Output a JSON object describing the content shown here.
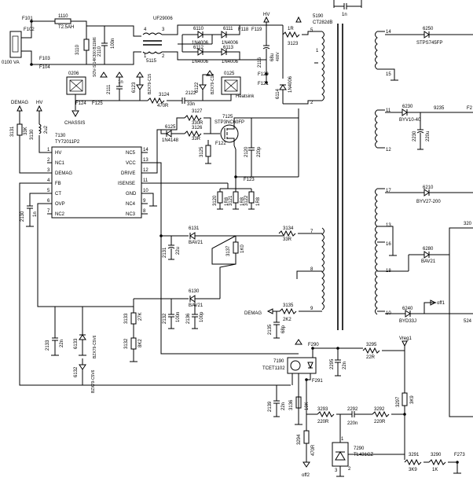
{
  "labels": {
    "top": {
      "F101": "F101",
      "F102": "F102",
      "fuse_1110": "1110",
      "fuse_rating": "T2.5AH",
      "F103": "F103",
      "F104": "F104",
      "mains": "0100 VA",
      "c3110": "3110",
      "c3110v": "SOV-S 14K300 B11M6",
      "c2110": "2110",
      "c2110v": "100n",
      "t5115": "5115",
      "p4": "4",
      "p3": "3",
      "p1": "1",
      "p2": "2",
      "d_uf": "UF29006",
      "d6110": "6110",
      "d6110t": "1N4006",
      "d6111": "6111",
      "d6111t": "1N4006",
      "d6112": "6112",
      "d6112t": "1N4006",
      "d6113": "6113",
      "d6113t": "1N4006",
      "F118": "F118",
      "F119": "F119",
      "HV": "HV",
      "r1r": "1R",
      "r3123": "3123",
      "c2111": "2111",
      "c2111v": "1n",
      "c2116": "2116",
      "c2116v": "68u",
      "c2116d": "400V",
      "F120": "F120",
      "F121": "F121",
      "d6114": "6114",
      "d6114t": "1N4006",
      "d6123": "6123",
      "d6123t": "BZX79-C15",
      "d6122": "6122",
      "d6122t": "BZX79-C15",
      "r3124": "3124",
      "r3124v": "470R",
      "c2122": "2122",
      "c2122v": "33n",
      "hs0206": "0206",
      "hs0125": "0125",
      "heatsink": "Heatsink",
      "F124": "F124",
      "F125": "F125",
      "chassis": "CHASSIS"
    },
    "left": {
      "DEMAG": "DEMAG",
      "HV": "HV",
      "r3131": "3131",
      "r3131v": "33K",
      "r3130": "3130",
      "r3130v": "2u2",
      "ic7130": "7130",
      "ic7130t": "TY72011P2",
      "pin_hv": "HV",
      "pin_nc1": "NC1",
      "pin_demag": "DEMAG",
      "pin_fb": "FB",
      "pin_ct": "CT",
      "pin_ovp": "OVP",
      "pin_nc2": "NC2",
      "pin_nc5": "NC5",
      "pin_vcc": "VCC",
      "pin_drive": "DRIVE",
      "pin_isense": "ISENSE",
      "pin_gnd": "GND",
      "pin_nc4": "NC4",
      "pin_nc3": "NC3",
      "n1": "1",
      "n2": "2",
      "n3": "3",
      "n4": "4",
      "n5": "5",
      "n6": "6",
      "n7": "7",
      "n8": "8",
      "n9": "9",
      "n10": "10",
      "n11": "11",
      "n12": "12",
      "n13": "13",
      "n14": "14",
      "c2130": "2130",
      "c2130v": "1n"
    },
    "middle": {
      "r3127": "3127",
      "r3127v": "330R",
      "r3126": "3126",
      "r3126v": "33R",
      "d6125": "6125",
      "d6125t": "1N4148",
      "q7125": "7125",
      "q7125t": "STP3NC60FP",
      "F122": "F122",
      "r3125": "3125",
      "c2120": "2120",
      "c2120v": "220p",
      "F123": "F123",
      "r3120": "3120",
      "r3120v": "1R8",
      "r3121": "3121",
      "r3121v": "1R8",
      "r3122": "3122",
      "r3122v": "1R8",
      "d6131": "6131",
      "d6131t": "BAV21",
      "c2131": "2131",
      "c2131v": "22u",
      "r3137": "3137",
      "r3137v": "1K0",
      "r3134": "3134",
      "r3134v": "33R",
      "d6130": "6130",
      "d6130t": "BAV21",
      "r3133": "3133",
      "r3133v": "27K",
      "c2132": "2132",
      "c2132v": "100n",
      "c2136": "2136",
      "c2136v": "100p",
      "DEMAG": "DEMAG",
      "r3135": "3135",
      "r3135v": "2K2",
      "c2135": "2135",
      "c2135v": "68p",
      "c2133": "2133",
      "c2133v": "22n",
      "d6133": "6133",
      "d6133t": "BZX79-C5V6",
      "r3132": "3132",
      "r3132v": "8K2",
      "d6132": "6132",
      "d6132t": "BZX79-C5V6"
    },
    "transformer": {
      "t5190": "5190",
      "t5190t": "CT282dB",
      "p1": "1",
      "p2": "2",
      "p5": "5",
      "p7": "7",
      "p8": "8",
      "p9": "9",
      "s10": "10",
      "s11": "11",
      "s12": "12",
      "s13": "13",
      "s14": "14",
      "s15": "15",
      "s16": "16",
      "s17": "17",
      "s18": "18",
      "c_top": "1n"
    },
    "secondary": {
      "d6250": "6250",
      "d6250t": "STPS745FP",
      "d6230": "6230",
      "d6230t": "BYV10-40",
      "r9235": "9235",
      "c2230": "2230",
      "c2230v": "220u",
      "F2": "F2",
      "d6210": "6210",
      "d6210t": "BYV27-200",
      "d6280": "6280",
      "d6280t": "BAV21",
      "d6240": "6240",
      "d6240t": "BYD33J",
      "off1": "off1",
      "r524": "524",
      "r320": "320"
    },
    "feedback": {
      "F290": "F290",
      "F291": "F291",
      "r3295": "3295",
      "r3295v": "22R",
      "vreg1": "Vreg1",
      "c2295": "2295",
      "c2295v": "22n",
      "oc7190": "7190",
      "oc7190t": "TCET1102",
      "c2139": "2139",
      "c2139v": "22n",
      "r3136": "3136",
      "r3136v": "10K",
      "r3293": "3293",
      "r3293v": "220R",
      "c2292": "2292",
      "c2292v": "220n",
      "r3292": "3292",
      "r3292v": "220R",
      "r3297": "3297",
      "r3297v": "3K9",
      "r3294": "3294",
      "r3294v": "470R",
      "ic7290": "7290",
      "ic7290t": "TL431CZ",
      "p1": "1",
      "p2": "2",
      "p3": "3",
      "r3291": "3291",
      "r3291v": "3K9",
      "r3290": "3290",
      "r3290v": "1K",
      "F273": "F273",
      "off2": "off2"
    }
  }
}
